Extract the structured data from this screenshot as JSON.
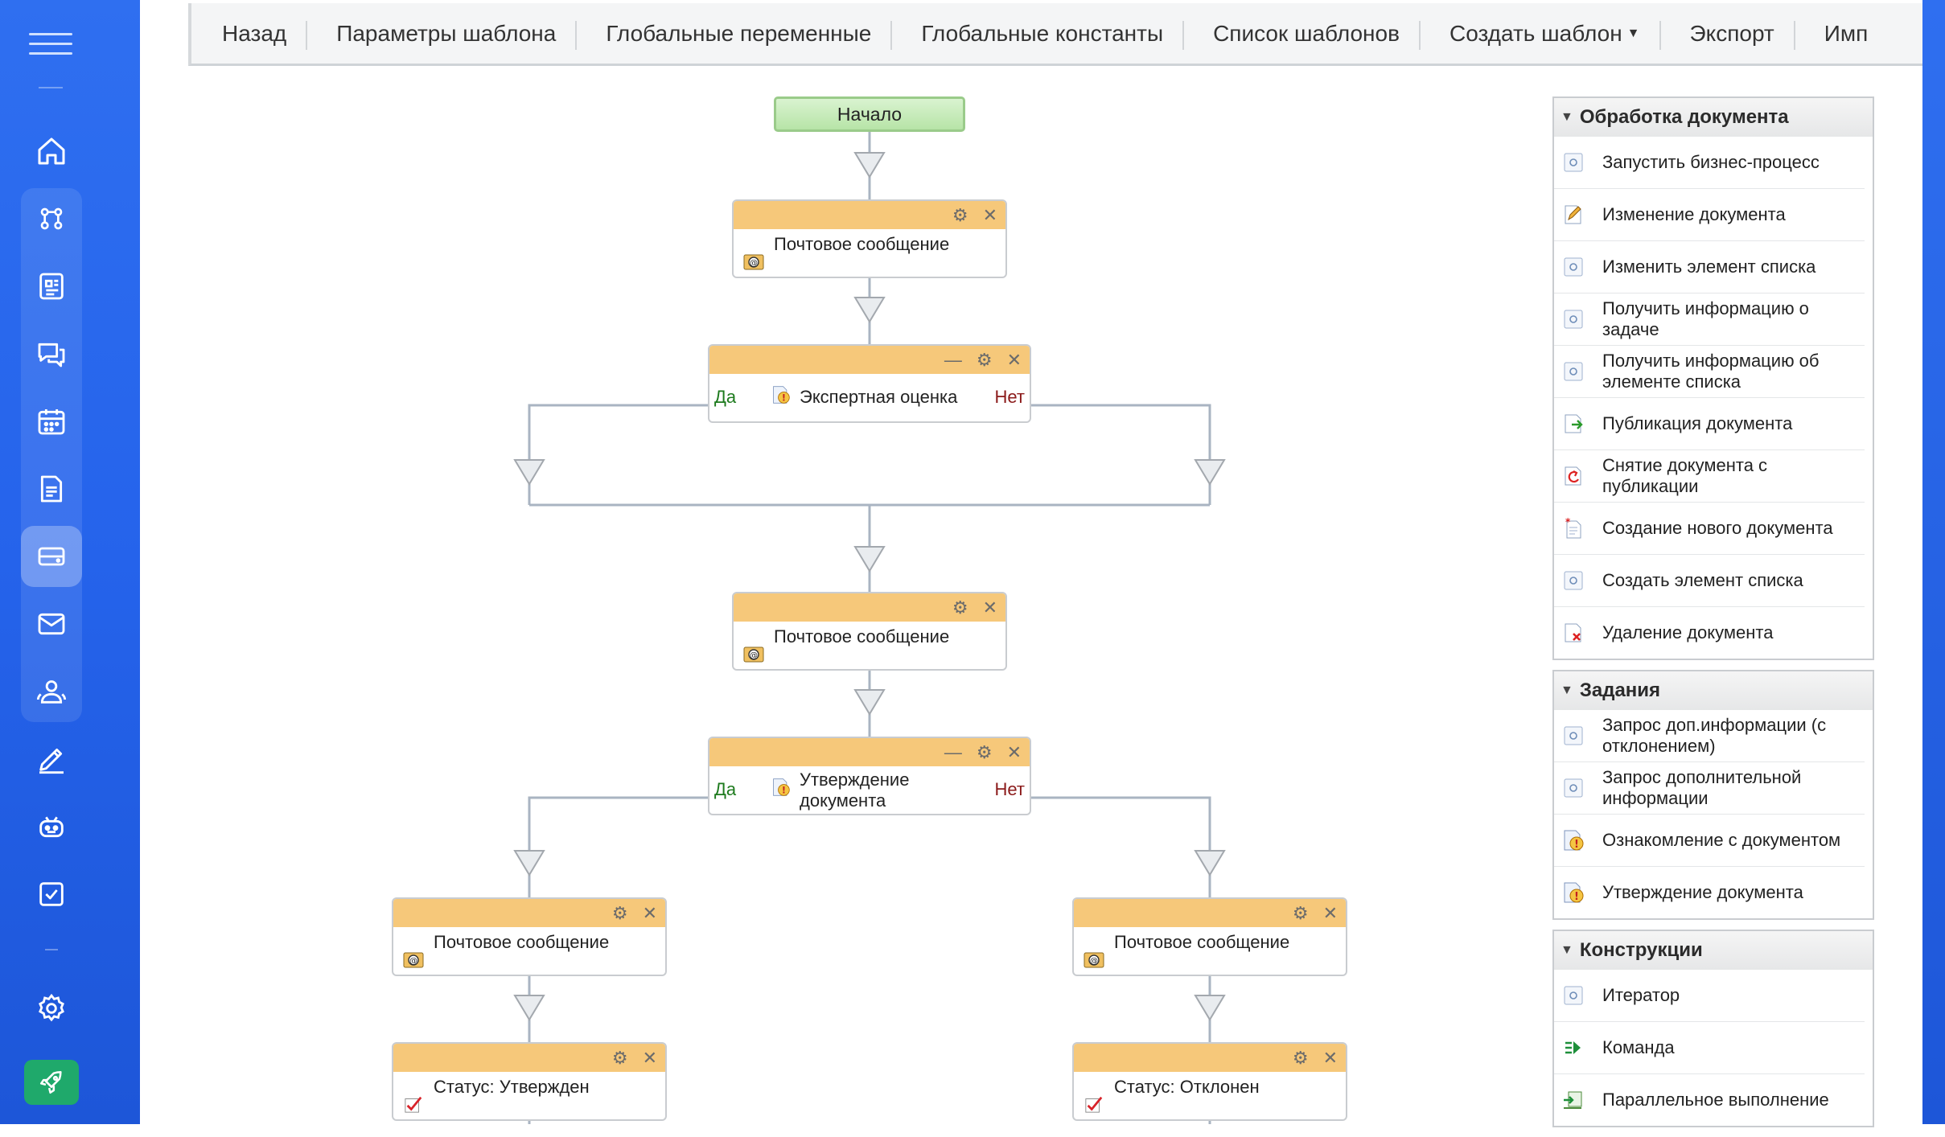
{
  "sidebar": {
    "items": [
      {
        "name": "home-icon"
      },
      {
        "name": "flows-icon"
      },
      {
        "name": "news-icon"
      },
      {
        "name": "chat-icon"
      },
      {
        "name": "calendar-icon"
      },
      {
        "name": "document-icon"
      },
      {
        "name": "drive-icon",
        "active": true
      },
      {
        "name": "mail-icon"
      },
      {
        "name": "users-icon"
      },
      {
        "name": "sign-icon"
      },
      {
        "name": "robot-icon"
      },
      {
        "name": "tasks-icon"
      },
      {
        "name": "settings-icon"
      }
    ],
    "launch_icon": "rocket-icon",
    "accent": "#2563eb",
    "launch_color": "#1fa96b"
  },
  "toolbar": {
    "items": [
      "Назад",
      "Параметры шаблона",
      "Глобальные переменные",
      "Глобальные константы",
      "Список шаблонов",
      "Создать шаблон",
      "Экспорт",
      "Имп"
    ]
  },
  "flow": {
    "start": "Начало",
    "yes": "Да",
    "no": "Нет",
    "mail1": "Почтовое сообщение",
    "review": "Экспертная оценка",
    "mail2": "Почтовое сообщение",
    "approve_line1": "Утверждение",
    "approve_line2": "документа",
    "mail_left": "Почтовое сообщение",
    "mail_right": "Почтовое сообщение",
    "status_left": "Статус: Утвержден",
    "status_right": "Статус: Отклонен"
  },
  "panel": {
    "groups": [
      {
        "title": "Обработка документа",
        "items": [
          {
            "line1": "Запустить бизнес-процесс",
            "line2": "",
            "icon": "generic-icon"
          },
          {
            "line1": "Изменение документа",
            "line2": "",
            "icon": "edit-doc-icon"
          },
          {
            "line1": "Изменить элемент списка",
            "line2": "",
            "icon": "generic-icon"
          },
          {
            "line1": "Получить информацию о",
            "line2": "задаче",
            "icon": "generic-icon"
          },
          {
            "line1": "Получить информацию об",
            "line2": "элементе списка",
            "icon": "generic-icon"
          },
          {
            "line1": "Публикация документа",
            "line2": "",
            "icon": "publish-icon"
          },
          {
            "line1": "Снятие документа с",
            "line2": "публикации",
            "icon": "unpublish-icon"
          },
          {
            "line1": "Создание нового документа",
            "line2": "",
            "icon": "new-doc-icon"
          },
          {
            "line1": "Создать элемент списка",
            "line2": "",
            "icon": "generic-icon"
          },
          {
            "line1": "Удаление документа",
            "line2": "",
            "icon": "delete-doc-icon"
          }
        ]
      },
      {
        "title": "Задания",
        "items": [
          {
            "line1": "Запрос доп.информации (с",
            "line2": "отклонением)",
            "icon": "generic-icon"
          },
          {
            "line1": "Запрос дополнительной",
            "line2": "информации",
            "icon": "generic-icon"
          },
          {
            "line1": "Ознакомление с документом",
            "line2": "",
            "icon": "warning-doc-icon"
          },
          {
            "line1": "Утверждение документа",
            "line2": "",
            "icon": "warning-doc-icon"
          }
        ]
      },
      {
        "title": "Конструкции",
        "items": [
          {
            "line1": "Итератор",
            "line2": "",
            "icon": "generic-icon"
          },
          {
            "line1": "Команда",
            "line2": "",
            "icon": "command-icon"
          },
          {
            "line1": "Параллельное выполнение",
            "line2": "",
            "icon": "parallel-icon"
          }
        ]
      }
    ]
  }
}
